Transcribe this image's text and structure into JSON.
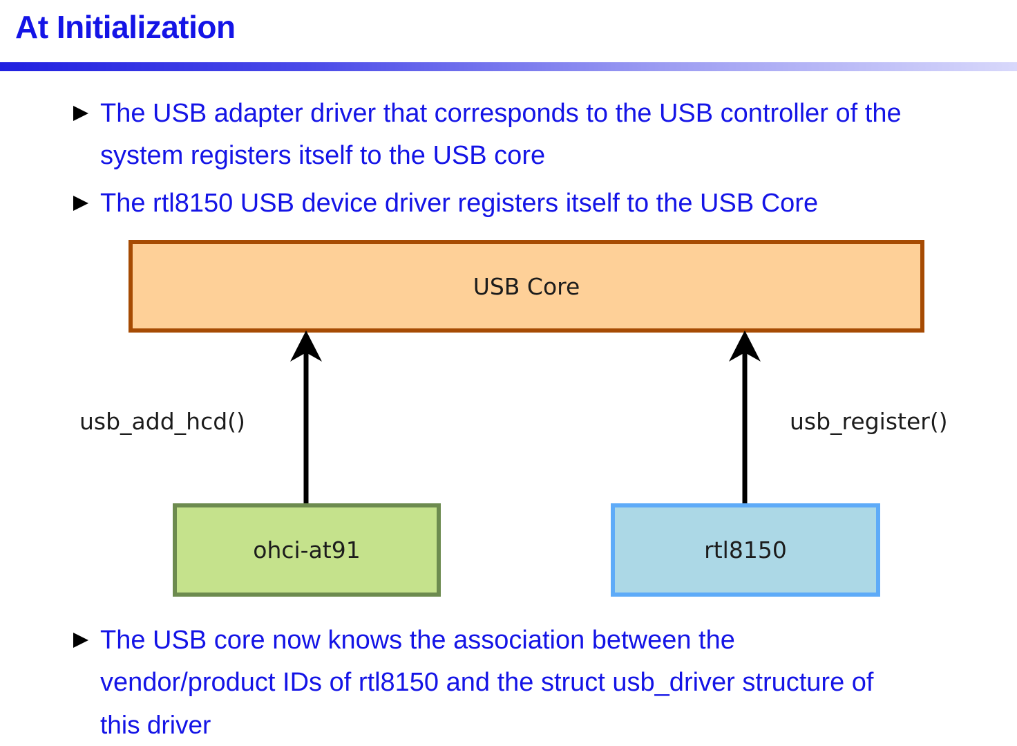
{
  "slide": {
    "title": "At Initialization"
  },
  "bullets": [
    {
      "lines": [
        "The USB adapter driver that corresponds to the USB controller of the",
        "system registers itself to the USB core"
      ]
    },
    {
      "lines": [
        "The rtl8150 USB device driver registers itself to the USB Core"
      ]
    },
    {
      "lines": [
        "The USB core now knows the association between the",
        "vendor/product IDs of rtl8150 and the struct usb_driver structure of",
        "this driver"
      ]
    }
  ],
  "diagram": {
    "core_label": "USB Core",
    "left_node_label": "ohci-at91",
    "right_node_label": "rtl8150",
    "left_call": "usb_add_hcd()",
    "right_call": "usb_register()",
    "colors": {
      "core_fill": "#fed098",
      "core_border": "#a64b03",
      "left_fill": "#c5e28c",
      "left_border": "#6d8b4f",
      "right_fill": "#acd8e6",
      "right_border": "#5eabf8",
      "arrow": "#000000"
    }
  }
}
